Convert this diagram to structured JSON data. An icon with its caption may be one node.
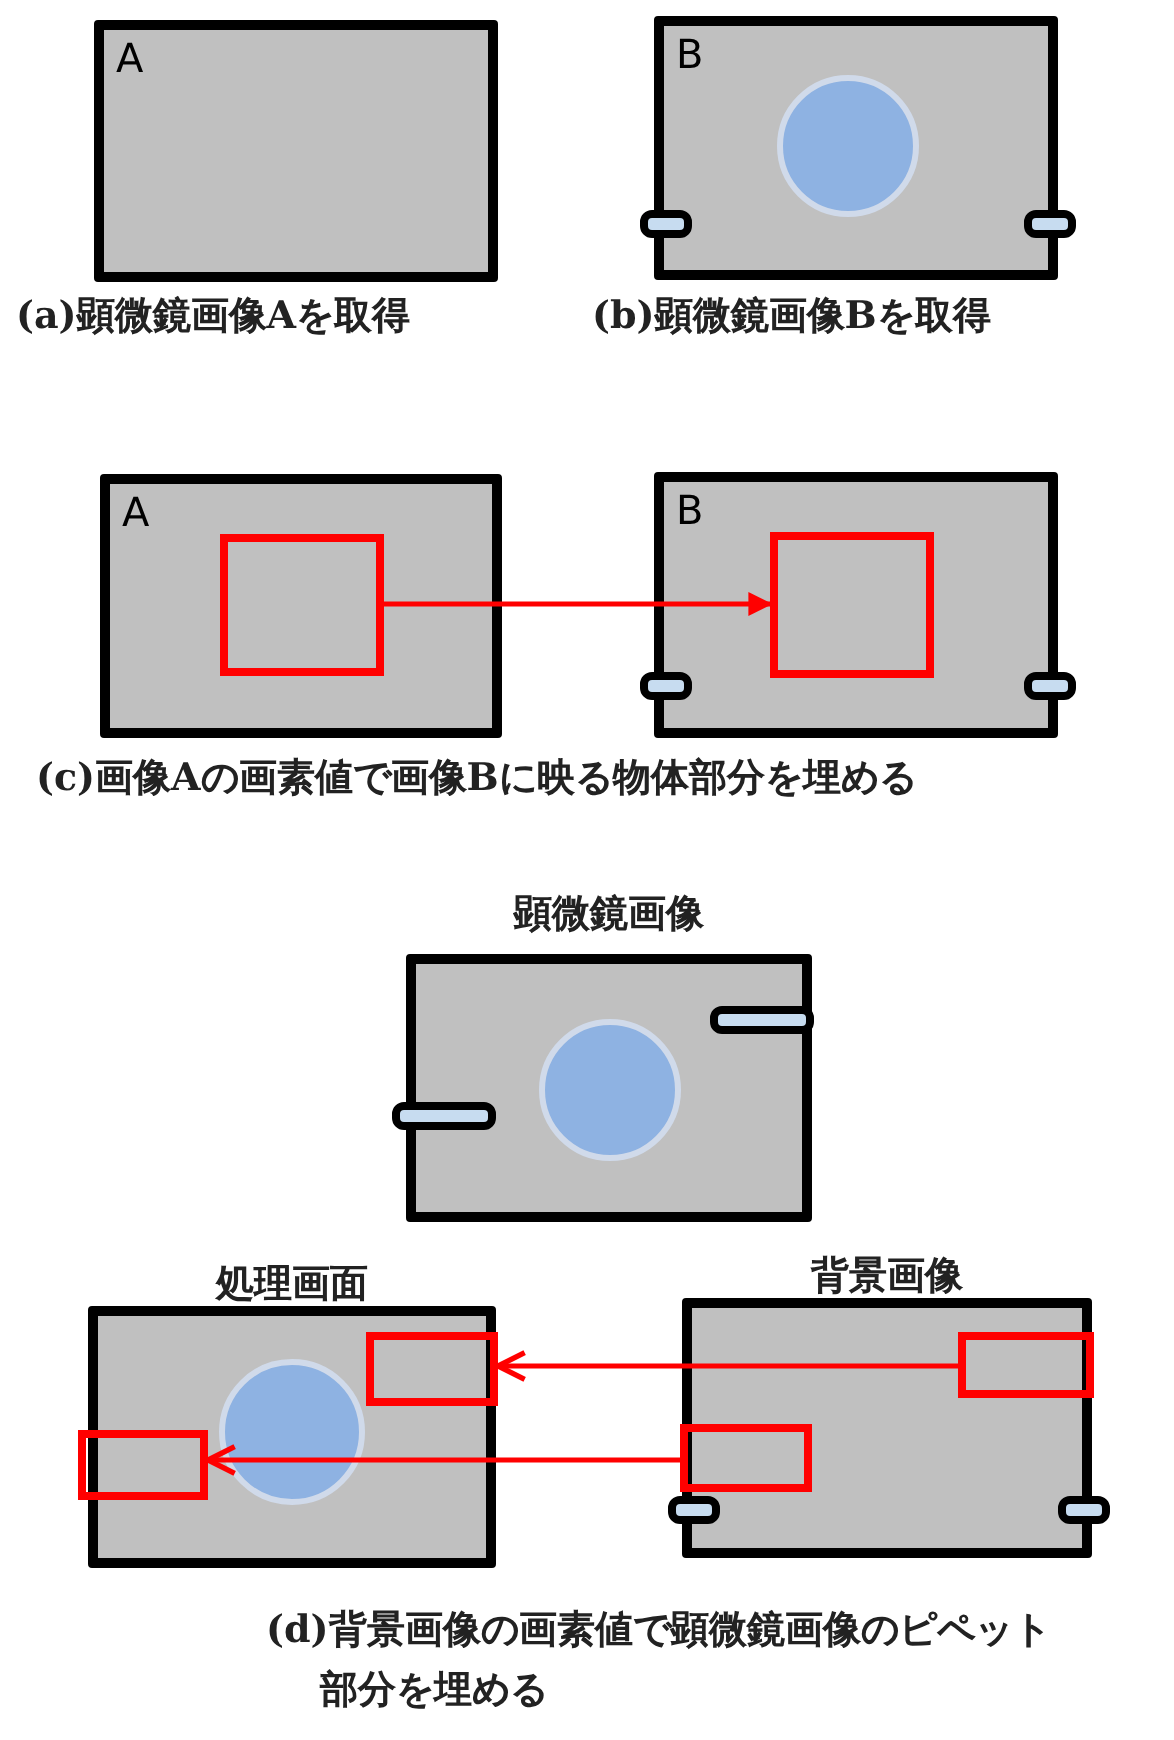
{
  "diagram": {
    "nodes": [
      {
        "text": [
          "A"
        ],
        "beside": [
          "(a)顕微鏡画像Aを取得"
        ]
      },
      {
        "text": [
          "B"
        ],
        "beside": [
          "(b)顕微鏡画像Bを取得"
        ]
      },
      {
        "text": [
          "A"
        ]
      },
      {
        "text": [],
        "shape": "box",
        "in": 2
      },
      {
        "text": [
          "B"
        ]
      },
      {
        "text": [],
        "shape": "box",
        "in": 4
      },
      {
        "text": [
          "顕微鏡画像"
        ]
      },
      {
        "text": [
          "処理画面"
        ]
      },
      {
        "text": [],
        "shape": "box",
        "in": 7
      },
      {
        "text": [],
        "shape": "box"
      },
      {
        "text": [
          "背景画像"
        ]
      },
      {
        "text": [],
        "shape": "box",
        "in": 10
      },
      {
        "text": [],
        "shape": "box",
        "in": 10
      }
    ],
    "edges": [
      {
        "from": 3,
        "to": 5,
        "arrow": "to"
      },
      {
        "from": 11,
        "to": 8,
        "arrow": "to"
      },
      {
        "from": 12,
        "to": 9,
        "arrow": "to"
      }
    ],
    "labels": [
      "(c)画像Aの画素値で画像Bに映る物体部分を埋める",
      "(d)背景画像の画素値で顕微鏡画像のピペット部分を埋める"
    ]
  }
}
